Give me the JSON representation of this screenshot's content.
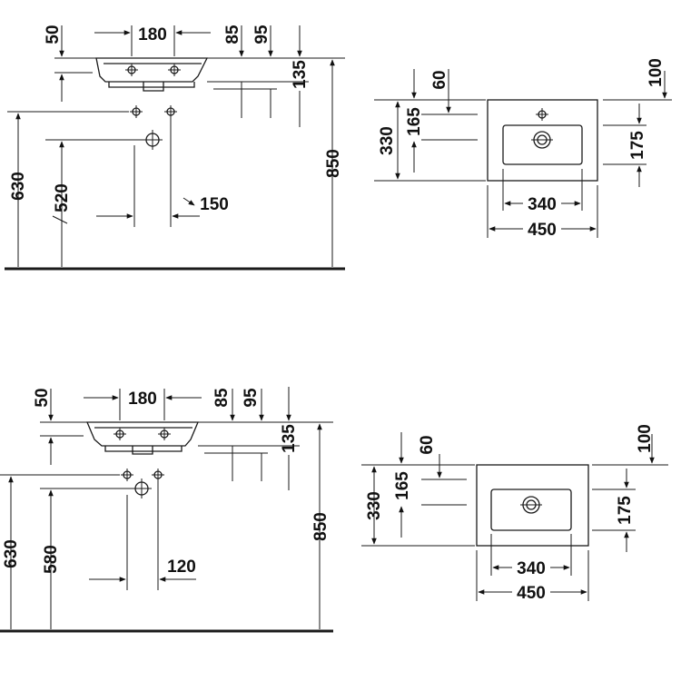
{
  "top": {
    "side": {
      "d50": "50",
      "d180": "180",
      "d85": "85",
      "d95": "95",
      "d135": "135",
      "d630": "630",
      "d520": "520",
      "d150": "150",
      "d850": "850"
    },
    "plan": {
      "d60": "60",
      "d165": "165",
      "d330": "330",
      "d100": "100",
      "d175": "175",
      "d340": "340",
      "d450": "450"
    }
  },
  "bottom": {
    "side": {
      "d50": "50",
      "d180": "180",
      "d85": "85",
      "d95": "95",
      "d135": "135",
      "d630": "630",
      "d580": "580",
      "d120": "120",
      "d850": "850"
    },
    "plan": {
      "d60": "60",
      "d165": "165",
      "d330": "330",
      "d100": "100",
      "d175": "175",
      "d340": "340",
      "d450": "450"
    }
  }
}
